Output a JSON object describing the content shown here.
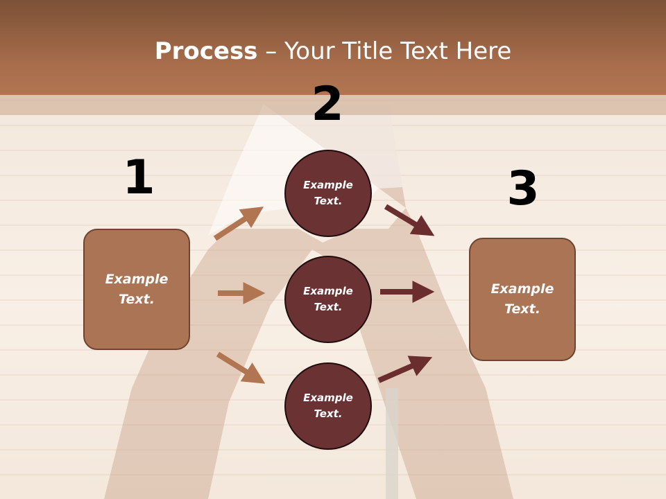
{
  "slide": {
    "title_bold": "Process",
    "title_rest": " – Your Title Text Here"
  },
  "steps": {
    "one": "1",
    "two": "2",
    "three": "3"
  },
  "nodes": {
    "left_box": "Example Text.",
    "circle_top": "Example Text.",
    "circle_middle": "Example Text.",
    "circle_bottom": "Example Text.",
    "right_box": "Example Text."
  },
  "colors": {
    "header": "#a96e4c",
    "box": "#aa7455",
    "circle": "#6a3233",
    "arrow_light": "#b27552",
    "arrow_dark": "#6a2e2e"
  }
}
